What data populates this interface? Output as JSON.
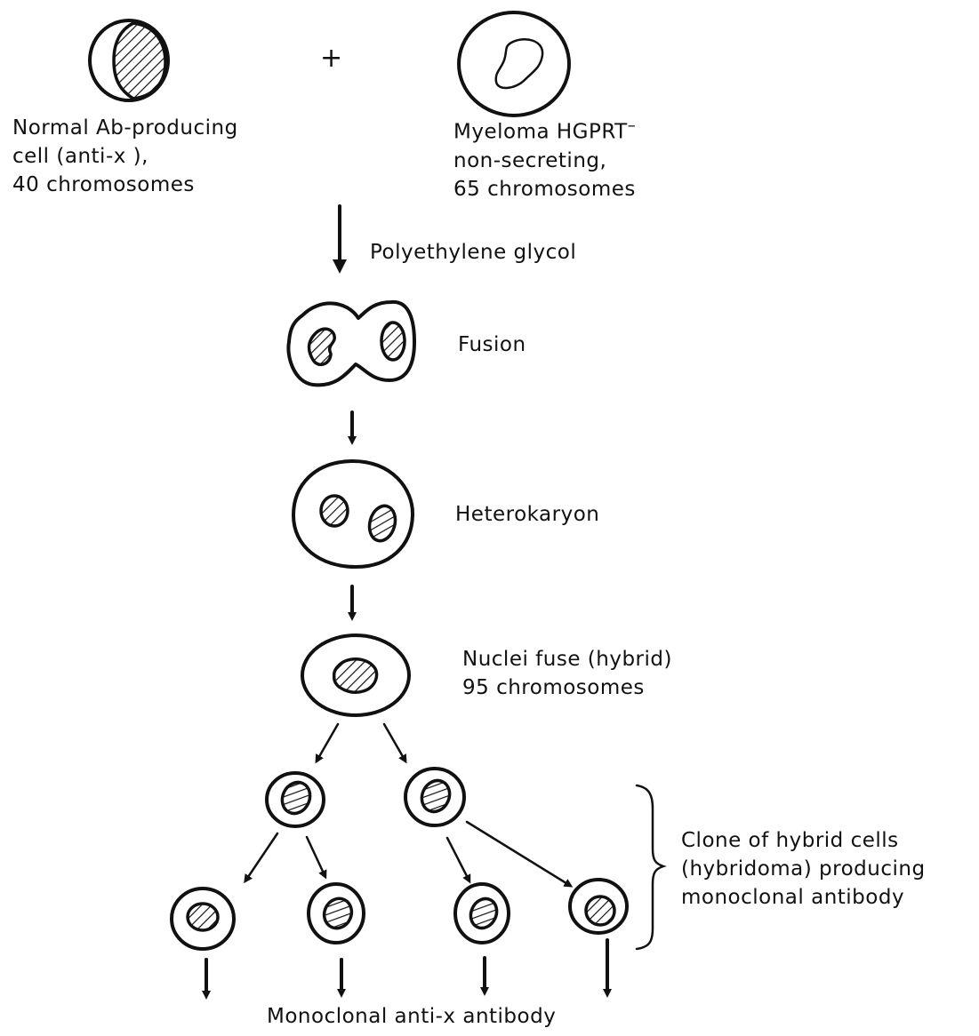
{
  "labels": {
    "normal_cell": [
      "Normal Ab-producing",
      "cell (anti-x ),",
      "40 chromosomes"
    ],
    "myeloma_cell": [
      "Myeloma  HGPRT",
      "non-secreting,",
      "65 chromosomes"
    ],
    "myeloma_superscript": "–",
    "plus": "+",
    "peg": "Polyethylene glycol",
    "fusion": "Fusion",
    "heterokaryon": "Heterokaryon",
    "hybrid": [
      "Nuclei fuse (hybrid)",
      "95 chromosomes"
    ],
    "clone": [
      "Clone of hybrid cells",
      "(hybridoma) producing",
      "monoclonal antibody"
    ],
    "result": "Monoclonal anti-x antibody"
  }
}
